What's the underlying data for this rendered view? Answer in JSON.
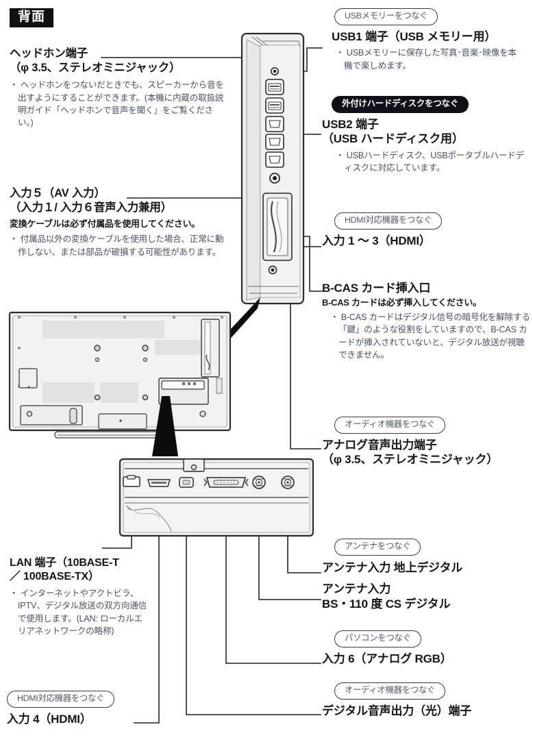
{
  "page": {
    "section_badge": "背面"
  },
  "left_column": {
    "headphone": {
      "title_line1": "ヘッドホン端子",
      "title_line2": "（φ 3.5、ステレオミニジャック）",
      "bullet": "・ ヘッドホンをつないだときでも、スピーカーから音を出すようにすることができます。(本機に内蔵の取扱説明ガイド「ヘッドホンで音声を聞く」をご覧ください。)"
    },
    "input5": {
      "title_line1": "入力５（AV 入力）",
      "title_line2": "（入力１/ 入力６音声入力兼用）",
      "bold_note": "変換ケーブルは必ず付属品を使用してください。",
      "bullet": "・ 付属品以外の変換ケーブルを使用した場合、正常に動作しない、または部品が破損する可能性があります。"
    },
    "lan": {
      "title_line1": "LAN 端子（10BASE-T",
      "title_line2": "／ 100BASE-TX）",
      "bullet": "・ インターネットやアクトビラ、IPTV、デジタル放送の双方向通信で使用します。(LAN: ローカルエリアネットワークの略称)"
    },
    "input4": {
      "pill": "HDMI対応機器をつなぐ",
      "title": "入力 4（HDMI）"
    }
  },
  "right_column": {
    "usb1": {
      "pill": "USBメモリーをつなぐ",
      "pill_style": "outline",
      "title": "USB1 端子（USB メモリー用）",
      "bullet": "・ USBメモリーに保存した写真･音楽･映像を本機で楽しめます。"
    },
    "usb2": {
      "pill": "外付けハードディスクをつなぐ",
      "pill_style": "dark",
      "title_line1": "USB2 端子",
      "title_line2": "（USB ハードディスク用）",
      "bullet": "・ USBハードディスク、USBポータブルハードディスクに対応しています。"
    },
    "hdmi_inputs": {
      "pill": "HDMI対応機器をつなぐ",
      "title": "入力 1 ～ 3（HDMI）"
    },
    "bcas": {
      "title": "B-CAS カード挿入口",
      "bold_note": "B-CAS カードは必ず挿入してください。",
      "bullet": "・ B-CAS カードはデジタル信号の暗号化を解除する「鍵」のような役割をしていますので、B-CAS カードが挿入されていないと、デジタル放送が視聴できません。"
    },
    "analog_audio": {
      "pill": "オーディオ機器をつなぐ",
      "title_line1": "アナログ音声出力端子",
      "title_line2": "（φ 3.5、ステレオミニジャック）"
    },
    "antenna": {
      "pill": "アンテナをつなぐ",
      "terrestrial": "アンテナ入力 地上デジタル",
      "bs_line1": "アンテナ入力",
      "bs_line2": "BS・110 度 CS デジタル"
    },
    "input6": {
      "pill": "パソコンをつなぐ",
      "title": "入力 6（アナログ RGB）"
    },
    "digital_audio": {
      "pill": "オーディオ機器をつなぐ",
      "title": "デジタル音声出力（光）端子"
    }
  },
  "colors": {
    "ink": "#1b1b1b",
    "body_text": "#4a4f63",
    "pill_border": "#3a3a46",
    "pill_dark_bg": "#101018",
    "leader": "#3d3d48",
    "illustration_fill": "#efefef"
  }
}
